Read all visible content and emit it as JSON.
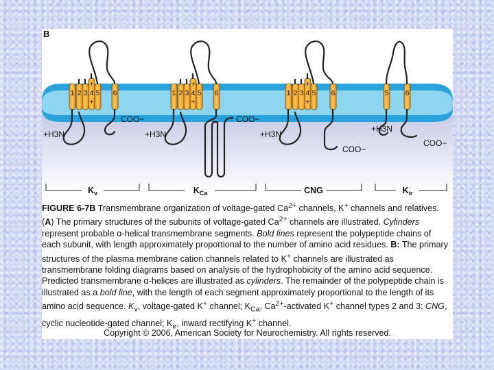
{
  "panel_label": "B",
  "channels": [
    {
      "id": "kv",
      "name_main": "K",
      "name_sub": "v",
      "helices": [
        "1",
        "2",
        "3",
        "4",
        "5",
        "6"
      ],
      "n_terminus": "+H3N",
      "c_terminus": "COO−"
    },
    {
      "id": "kca",
      "name_main": "K",
      "name_sub": "Ca",
      "helices": [
        "1",
        "2",
        "3",
        "4",
        "5",
        "6"
      ],
      "n_terminus": "+H3N",
      "c_terminus": "COO−"
    },
    {
      "id": "cng",
      "name_main": "CNG",
      "name_sub": "",
      "helices": [
        "1",
        "2",
        "3",
        "4",
        "5",
        "6"
      ],
      "n_terminus": "+H3N",
      "c_terminus": "COO−"
    },
    {
      "id": "kir",
      "name_main": "K",
      "name_sub": "ir",
      "helices": [
        "5",
        "6"
      ],
      "n_terminus": "+H3N",
      "c_terminus": "COO−"
    }
  ],
  "charge_symbol": "+",
  "caption": {
    "figure_label": "FIGURE 6-7B",
    "t1": " Transmembrane organization of voltage-gated Ca",
    "t1_sup": "2+",
    "t2": " channels, K",
    "t2_sup": "+",
    "t3": " channels and relatives. (",
    "t3_bold": "A",
    "t4": ") The primary structures of the subunits of voltage-gated Ca",
    "t4_sup": "2+",
    "t5": " channels are illustrated. ",
    "t5_ital": "Cylinders",
    "t6": " represent probable ",
    "alpha": "α",
    "t7": "-helical transmembrane segments. ",
    "t7_ital": "Bold lines",
    "t8": " represent the polypeptide chains of each subunit, with length approximately proportional to the number of amino acid residues. ",
    "t8_bold": "B:",
    "t9": " The primary structures of the plasma membrane cation channels related to K",
    "t9_sup": "+",
    "t10": " channels are illustrated as transmembrane folding diagrams based on analysis of the hydrophobicity of the amino acid sequence. Predicted transmembrane ",
    "alpha2": "α",
    "t11": "-helices are illustrated as ",
    "t11_ital": "cylinders",
    "t12": ". The remainder of the polypeptide chain is illustrated as a ",
    "t12_ital": "bold line",
    "t13": ", with the length of each segment approximately proportional to the length of its amino acid sequence. ",
    "t13_ital": "K",
    "t13_sub": "v",
    "t14": ", voltage-gated K",
    "t14_sup": "+",
    "t15": " channel; K",
    "t15_sub": "Ca",
    "t16": ", Ca",
    "t16_sup": "2+",
    "t17": "-activated K",
    "t17_sup": "+",
    "t18": " channel types 2 and 3; ",
    "t18_ital": "CNG",
    "t19": ", cyclic nucleotide-gated channel; K",
    "t19_sub": "ir",
    "t20": ", inward rectifying K",
    "t20_sup": "+",
    "t21": " channel."
  },
  "copyright": "Copyright © 2006, American Society for Neurochemistry. All rights reserved.",
  "colors": {
    "membrane_outer": "#2aa3dc",
    "membrane_inner": "#8ed6f0",
    "cytoplasm_top": "#c7cbe6",
    "helix_fill": "#f7b640",
    "helix_stroke": "#6b4a10",
    "chain": "#222222"
  }
}
